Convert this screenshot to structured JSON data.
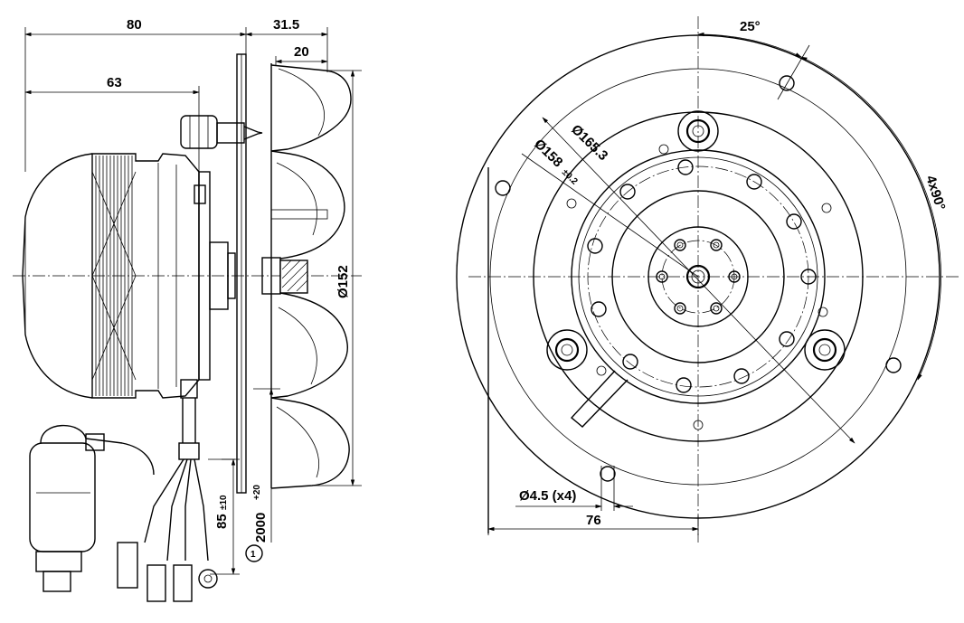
{
  "side_view": {
    "dim_overall_length": "80",
    "dim_motor_length": "63",
    "dim_impeller_width": "31.5",
    "dim_blade_width": "20",
    "dim_impeller_dia": "Ø152",
    "dim_cable_length": "2000",
    "dim_cable_length_tol": "+20",
    "dim_strip_length": "85",
    "dim_strip_length_tol": "±10",
    "note_marker": "1"
  },
  "front_view": {
    "dim_angle_offset": "25°",
    "dim_angle_pattern": "4x90°",
    "dim_bolt_circle": "Ø165.3",
    "dim_pilot_dia": "Ø158",
    "dim_pilot_dia_tol": "±0.2",
    "dim_hole_dia": "Ø4.5 (x4)",
    "dim_offset": "76"
  }
}
